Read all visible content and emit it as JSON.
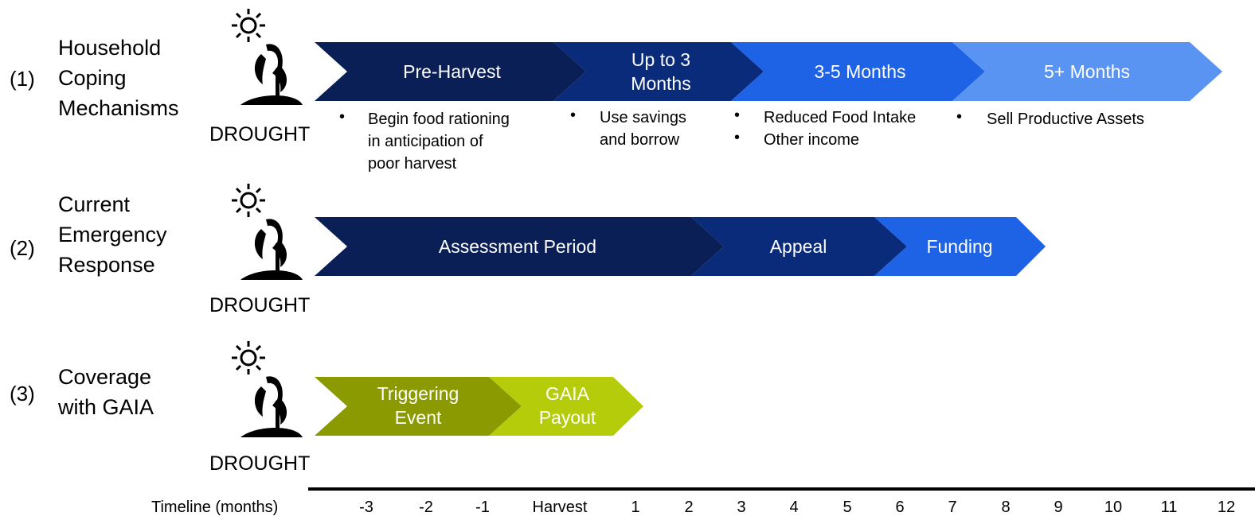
{
  "rows": [
    {
      "number": "(1)",
      "title": [
        "Household",
        "Coping",
        "Mechanisms"
      ],
      "hazard": "DROUGHT",
      "phases": [
        {
          "label": "Pre-Harvest",
          "color": "#0b1f57"
        },
        {
          "label": "Up to 3 Months",
          "color": "#0a2a7a"
        },
        {
          "label": "3-5 Months",
          "color": "#1e63e6"
        },
        {
          "label": "5+ Months",
          "color": "#5a94f2"
        }
      ],
      "notes": [
        [
          "Begin food rationing",
          "in anticipation of",
          "poor harvest"
        ],
        [
          "Use savings",
          "and borrow"
        ],
        [
          "Reduced Food Intake",
          "Other income"
        ],
        [
          "Sell Productive Assets"
        ]
      ]
    },
    {
      "number": "(2)",
      "title": [
        "Current",
        "Emergency",
        "Response"
      ],
      "hazard": "DROUGHT",
      "phases": [
        {
          "label": "Assessment Period",
          "color": "#0b1f57"
        },
        {
          "label": "Appeal",
          "color": "#0a2a7a"
        },
        {
          "label": "Funding",
          "color": "#1e63e6"
        }
      ]
    },
    {
      "number": "(3)",
      "title": [
        "Coverage",
        "with GAIA"
      ],
      "hazard": "DROUGHT",
      "phases": [
        {
          "label": "Triggering Event",
          "color": "#8a9a00"
        },
        {
          "label": "GAIA Payout",
          "color": "#b4cc0a"
        }
      ]
    }
  ],
  "timeline": {
    "label": "Timeline (months)",
    "ticks": [
      "-3",
      "-2",
      "-1",
      "Harvest",
      "1",
      "2",
      "3",
      "4",
      "5",
      "6",
      "7",
      "8",
      "9",
      "10",
      "11",
      "12"
    ]
  },
  "bullet_glyph": "•",
  "icons": [
    "sun-icon",
    "wilted-plant-icon"
  ]
}
